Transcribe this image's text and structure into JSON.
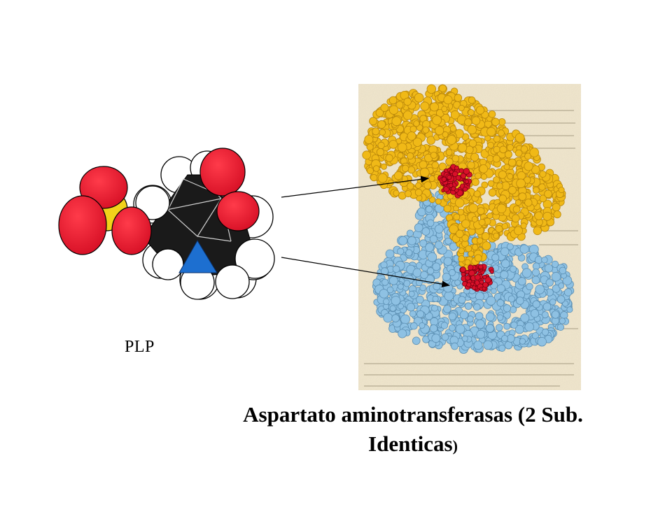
{
  "labels": {
    "molecule": "PLP",
    "caption_line1": "Aspartato aminotransferasas (2 Sub.",
    "caption_line2": "Identicas",
    "caption_paren": ")"
  },
  "colors": {
    "oxygen": "#e8142a",
    "phosphorus": "#f2d21a",
    "carbon": "#1a1a1a",
    "hydrogen": "#ffffff",
    "nitrogen": "#1d6fd0",
    "subunit_top": "#f0b917",
    "subunit_bottom": "#8ec1e3",
    "active_site": "#d9102a",
    "page_bg": "#f2e8cf"
  },
  "icons": [
    "plp-space-filling-model",
    "enzyme-dimer-structure",
    "pointer-arrow"
  ]
}
